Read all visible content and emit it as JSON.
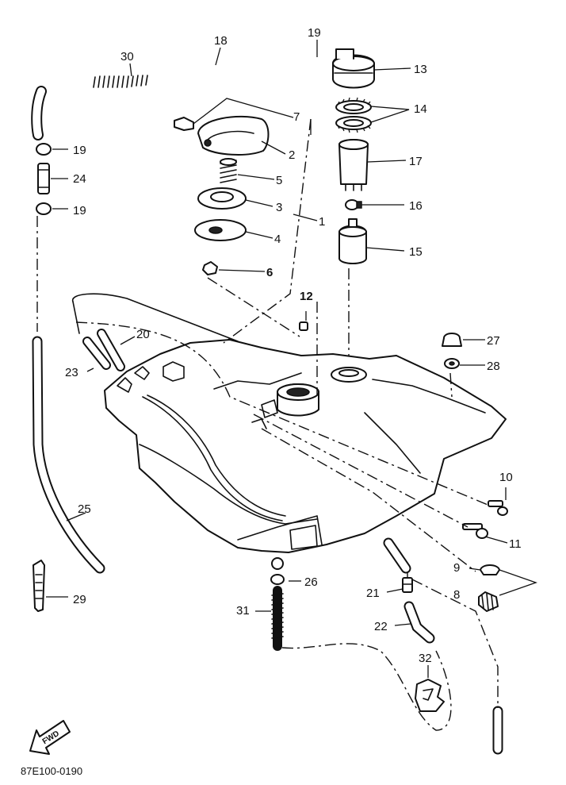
{
  "diagram": {
    "callouts": [
      {
        "id": "1",
        "text": "1"
      },
      {
        "id": "2",
        "text": "2"
      },
      {
        "id": "3",
        "text": "3"
      },
      {
        "id": "4",
        "text": "4"
      },
      {
        "id": "5",
        "text": "5"
      },
      {
        "id": "6",
        "text": "6"
      },
      {
        "id": "7",
        "text": "7"
      },
      {
        "id": "8",
        "text": "8"
      },
      {
        "id": "9",
        "text": "9"
      },
      {
        "id": "10",
        "text": "10"
      },
      {
        "id": "11",
        "text": "11"
      },
      {
        "id": "12",
        "text": "12"
      },
      {
        "id": "13",
        "text": "13"
      },
      {
        "id": "14",
        "text": "14"
      },
      {
        "id": "15",
        "text": "15"
      },
      {
        "id": "16",
        "text": "16"
      },
      {
        "id": "17",
        "text": "17"
      },
      {
        "id": "18",
        "text": "18"
      },
      {
        "id": "19a",
        "text": "19"
      },
      {
        "id": "19b",
        "text": "19"
      },
      {
        "id": "19c",
        "text": "19"
      },
      {
        "id": "20",
        "text": "20"
      },
      {
        "id": "21",
        "text": "21"
      },
      {
        "id": "22",
        "text": "22"
      },
      {
        "id": "23",
        "text": "23"
      },
      {
        "id": "24",
        "text": "24"
      },
      {
        "id": "25",
        "text": "25"
      },
      {
        "id": "26",
        "text": "26"
      },
      {
        "id": "27",
        "text": "27"
      },
      {
        "id": "28",
        "text": "28"
      },
      {
        "id": "29",
        "text": "29"
      },
      {
        "id": "30",
        "text": "30"
      },
      {
        "id": "31",
        "text": "31"
      },
      {
        "id": "32",
        "text": "32"
      }
    ],
    "fwd_label": "FWD",
    "drawing_code": "87E100-0190"
  }
}
